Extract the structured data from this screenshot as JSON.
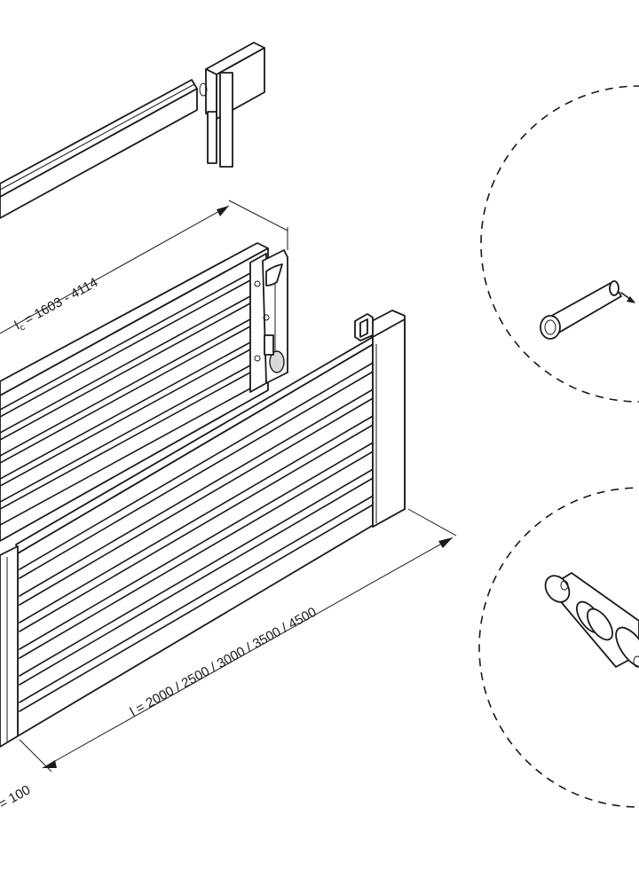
{
  "dimensions": {
    "lc_label": "l",
    "lc_sub": "c",
    "lc_value": " = 1603 - 4114",
    "l_label": "l  =  2000 / 2500 / 3000 / 3500 / 4500",
    "h_label": "= 100"
  }
}
